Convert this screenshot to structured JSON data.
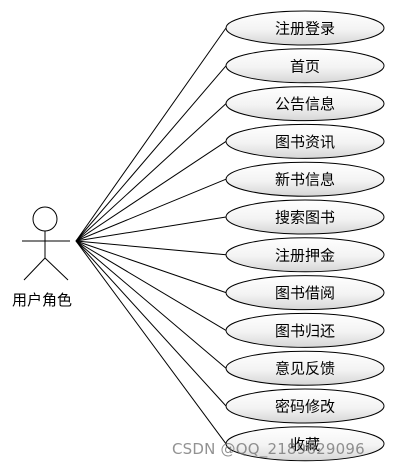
{
  "actor": {
    "label": "用户角色",
    "icon": "stick-figure-icon"
  },
  "use_cases": [
    {
      "label": "注册登录"
    },
    {
      "label": "首页"
    },
    {
      "label": "公告信息"
    },
    {
      "label": "图书资讯"
    },
    {
      "label": "新书信息"
    },
    {
      "label": "搜索图书"
    },
    {
      "label": "注册押金"
    },
    {
      "label": "图书借阅"
    },
    {
      "label": "图书归还"
    },
    {
      "label": "意见反馈"
    },
    {
      "label": "密码修改"
    },
    {
      "label": "收藏"
    }
  ],
  "watermark": "CSDN @QQ_2189629096",
  "colors": {
    "ellipse_fill_top": "#ffffff",
    "ellipse_fill_bottom": "#d9d9d9",
    "stroke": "#000000"
  }
}
